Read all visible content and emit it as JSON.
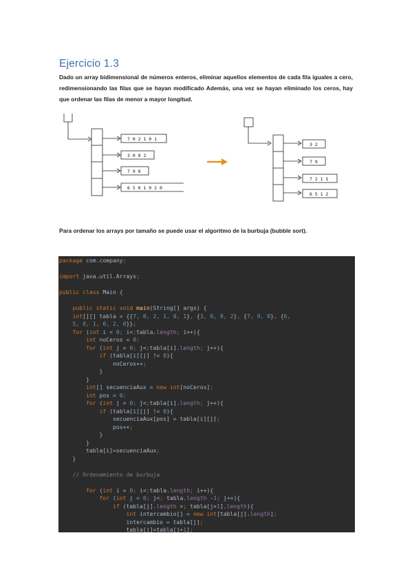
{
  "heading": "Ejercicio 1.3",
  "description": "Dado un array bidimensional de números enteros, eliminar aquellos elementos de cada fila iguales a cero, redimensionando las filas que se hayan modificado Además, una vez se hayan eliminado los ceros, hay que ordenar las filas de menor a mayor longitud.",
  "diagram": {
    "before_rows": [
      "7 0 2 1 0 1",
      "3 0 0 2",
      "7 9 0",
      "6 5 0 1 0 2 0"
    ],
    "after_rows": [
      "3 2",
      "7 9",
      "7 2 1 1",
      "6 5 1 2"
    ],
    "arrow_color": "#e39222"
  },
  "note": "Para ordenar los arrays por tamaño se puede usar el algoritmo de la burbuja (bubble sort).",
  "code": {
    "lines": [
      "package com.company;",
      "",
      "import java.util.Arrays;",
      "",
      "public class Main {",
      "",
      "    public static void main(String[] args) {",
      "    int[][] tabla = {{7, 0, 2, 1, 0, 1}, {3, 0, 0, 2}, {7, 9, 0}, {6,",
      "    5, 0, 1, 0, 2, 0}};",
      "    for (int i = 0; i<tabla.length; i++){",
      "        int noCeros = 0;",
      "        for (int j = 0; j<tabla[i].length; j++){",
      "            if (tabla[i][j] != 0){",
      "                noCeros++;",
      "            }",
      "        }",
      "        int[] secuenciaAux = new int[noCeros];",
      "        int pos = 0;",
      "        for (int j = 0; j<tabla[i].length; j++){",
      "            if (tabla[i][j] != 0){",
      "                secuenciaAux[pos] = tabla[i][j];",
      "                pos++;",
      "            }",
      "        }",
      "        tabla[i]=secuenciaAux;",
      "    }",
      "",
      "    // Ordenamiento de burbuja",
      "",
      "        for (int i = 0; i<tabla.length; i++){",
      "            for (int j = 0; j< tabla.length -1; j++){",
      "                if (tabla[j].length > tabla[j+1].length){",
      "                    int intercambio[] = new int[tabla[j].length];",
      "                    intercambio = tabla[j];",
      "                    tabla[j]=tabla[j+1];"
    ]
  }
}
